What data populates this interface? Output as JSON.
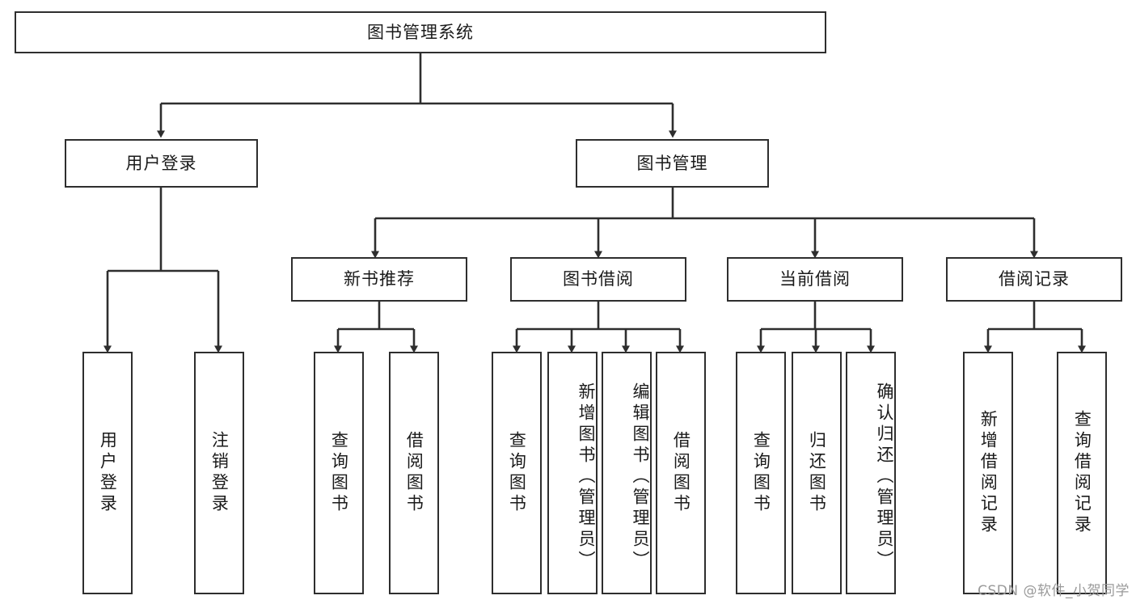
{
  "diagram": {
    "title": "图书管理系统",
    "root": {
      "label": "图书管理系统"
    },
    "level2": [
      {
        "label": "用户登录"
      },
      {
        "label": "图书管理"
      }
    ],
    "level3": [
      {
        "label": "新书推荐"
      },
      {
        "label": "图书借阅"
      },
      {
        "label": "当前借阅"
      },
      {
        "label": "借阅记录"
      }
    ],
    "leaves": {
      "user_login": [
        {
          "label": "用户登录"
        },
        {
          "label": "注销登录"
        }
      ],
      "new_book_recommend": [
        {
          "label": "查询图书"
        },
        {
          "label": "借阅图书"
        }
      ],
      "book_borrow": [
        {
          "label": "查询图书"
        },
        {
          "label": "新增图书（管理员）"
        },
        {
          "label": "编辑图书（管理员）"
        },
        {
          "label": "借阅图书"
        }
      ],
      "current_borrow": [
        {
          "label": "查询图书"
        },
        {
          "label": "归还图书"
        },
        {
          "label": "确认归还（管理员）"
        }
      ],
      "borrow_record": [
        {
          "label": "新增借阅记录"
        },
        {
          "label": "查询借阅记录"
        }
      ]
    }
  },
  "watermark": {
    "text": "CSDN @软件_小贺同学"
  },
  "colors": {
    "stroke": "#2e2e2e",
    "background": "#ffffff",
    "text": "#1a1a1a",
    "watermark": "#9a9a9a"
  }
}
